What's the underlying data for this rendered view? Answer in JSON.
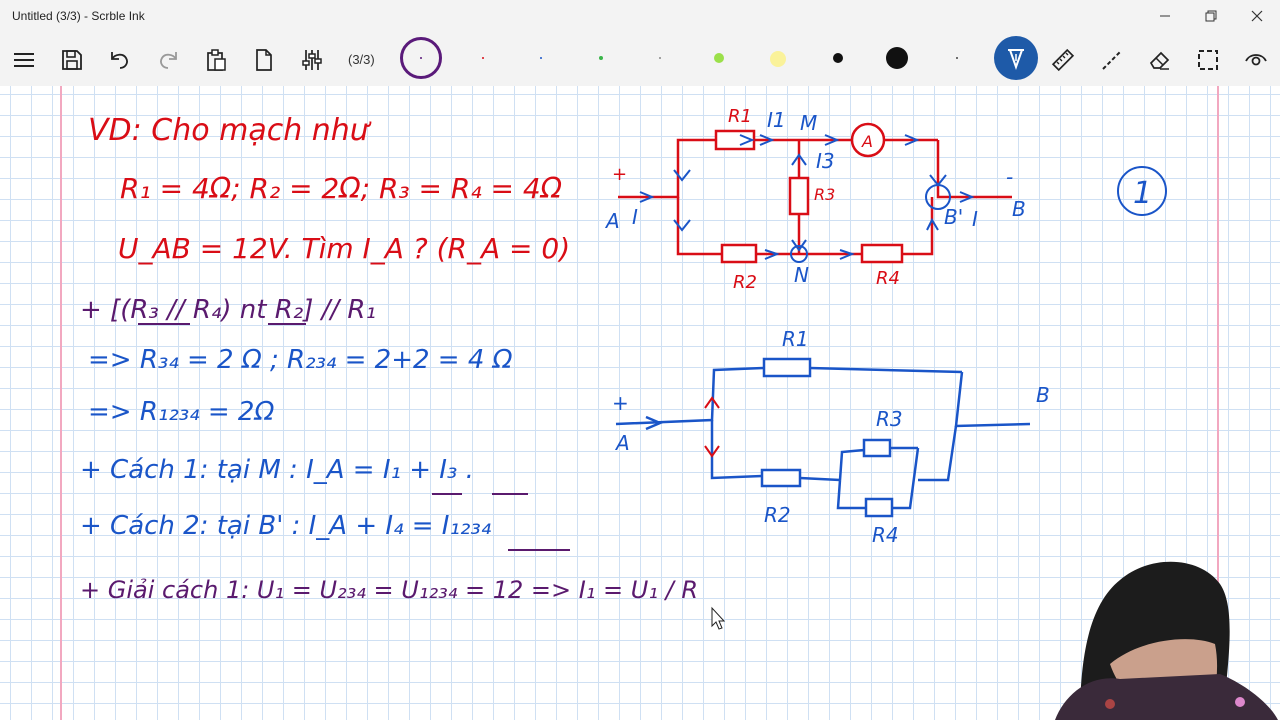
{
  "window": {
    "title": "Untitled (3/3) - Scrble Ink",
    "controls": [
      "minimize-icon",
      "restore-icon",
      "close-icon"
    ]
  },
  "toolbar": {
    "page_indicator": "(3/3)",
    "tools": [
      "menu-icon",
      "save-icon",
      "undo-icon",
      "redo-icon",
      "paste-icon",
      "new-page-icon",
      "settings-sliders-icon"
    ],
    "right_tools": [
      "pen-icon",
      "ruler-icon",
      "line-icon",
      "eraser-icon",
      "select-icon",
      "view-icon"
    ],
    "pen_sizes": [
      "tiny",
      "tiny",
      "tiny",
      "tiny",
      "tiny",
      "small",
      "medium",
      "large",
      "xlarge",
      "dot"
    ],
    "colors": {
      "accent": "#1e5aa8",
      "purple": "#5a1a7a",
      "red_ink": "#d90d16",
      "blue_ink": "#1a55c8",
      "purple_ink": "#5a1a6e"
    }
  },
  "notes": {
    "line1": "VD: Cho mạch như",
    "line2_r1": "R₁ = 4Ω; R₂ = 2Ω; R₃ = R₄ = 4Ω",
    "line3": "U_AB = 12V. Tìm I_A ? (R_A = 0)",
    "line4": "+ [(R₃ // R₄) nt R₂] // R₁",
    "line5": "=> R₃₄ = 2 Ω ; R₂₃₄ = 2+2 = 4 Ω",
    "line6": "=> R₁₂₃₄ = 2Ω",
    "line7": "+ Cách 1: tại M : I_A = I₁ + I₃ .",
    "line8": "+ Cách 2: tại B' : I_A + I₄ = I₁₂₃₄",
    "line9": "+ Giải cách 1: U₁ = U₂₃₄ = U₁₂₃₄ = 12 => I₁ = U₁ / R",
    "circled_number": "1"
  },
  "diagram1_labels": [
    "R1",
    "I1",
    "M",
    "A",
    "I3",
    "R3",
    "+",
    "A",
    "I",
    "B'",
    "I",
    "B",
    "-",
    "R2",
    "N",
    "R4"
  ],
  "diagram2_labels": [
    "R1",
    "R3",
    "+",
    "A",
    "B",
    "R2",
    "R4"
  ]
}
